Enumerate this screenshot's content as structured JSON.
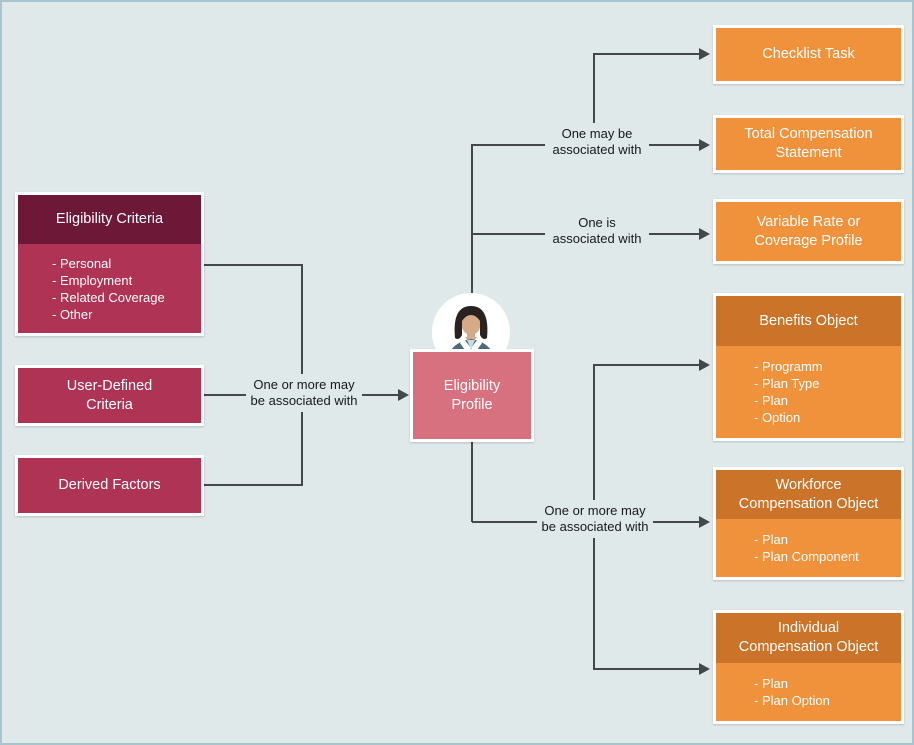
{
  "colors": {
    "background": "#dfe9ea",
    "canvas_border": "#a8c4d1",
    "line": "#44484b",
    "maroon_header": "#6e1837",
    "maroon_body": "#ae3355",
    "pink": "#d8717f",
    "orange": "#f0923c",
    "orange_header": "#cb7328",
    "box_border": "#ffffff",
    "text_light": "#ffffff",
    "text_dark": "#17191a"
  },
  "left_column": {
    "eligibility_criteria": {
      "title": "Eligibility Criteria",
      "items": [
        "- Personal",
        "- Employment",
        "- Related Coverage",
        "- Other"
      ]
    },
    "user_defined_criteria": {
      "line1": "User-Defined",
      "line2": "Criteria"
    },
    "derived_factors": {
      "title": "Derived Factors"
    }
  },
  "center": {
    "eligibility_profile": {
      "line1": "Eligibility",
      "line2": "Profile"
    },
    "avatar_icon": "woman-avatar"
  },
  "right_column": {
    "checklist_task": {
      "title": "Checklist Task"
    },
    "total_compensation_statement": {
      "line1": "Total Compensation",
      "line2": "Statement"
    },
    "variable_rate_coverage_profile": {
      "line1": "Variable Rate or",
      "line2": "Coverage Profile"
    },
    "benefits_object": {
      "title": "Benefits Object",
      "items": [
        "- Programm",
        "- Plan Type",
        "- Plan",
        "- Option"
      ]
    },
    "workforce_compensation_object": {
      "line1": "Workforce",
      "line2": "Compensation Object",
      "items": [
        "- Plan",
        "- Plan Component"
      ]
    },
    "individual_compensation_object": {
      "line1": "Individual",
      "line2": "Compensation Object",
      "items": [
        "- Plan",
        "- Plan Option"
      ]
    }
  },
  "connector_labels": {
    "left": {
      "line1": "One or more may",
      "line2": "be associated with"
    },
    "top_may": {
      "line1": "One may be",
      "line2": "associated with"
    },
    "top_is": {
      "line1": "One is",
      "line2": "associated with"
    },
    "bottom": {
      "line1": "One or more may",
      "line2": "be associated with"
    }
  }
}
